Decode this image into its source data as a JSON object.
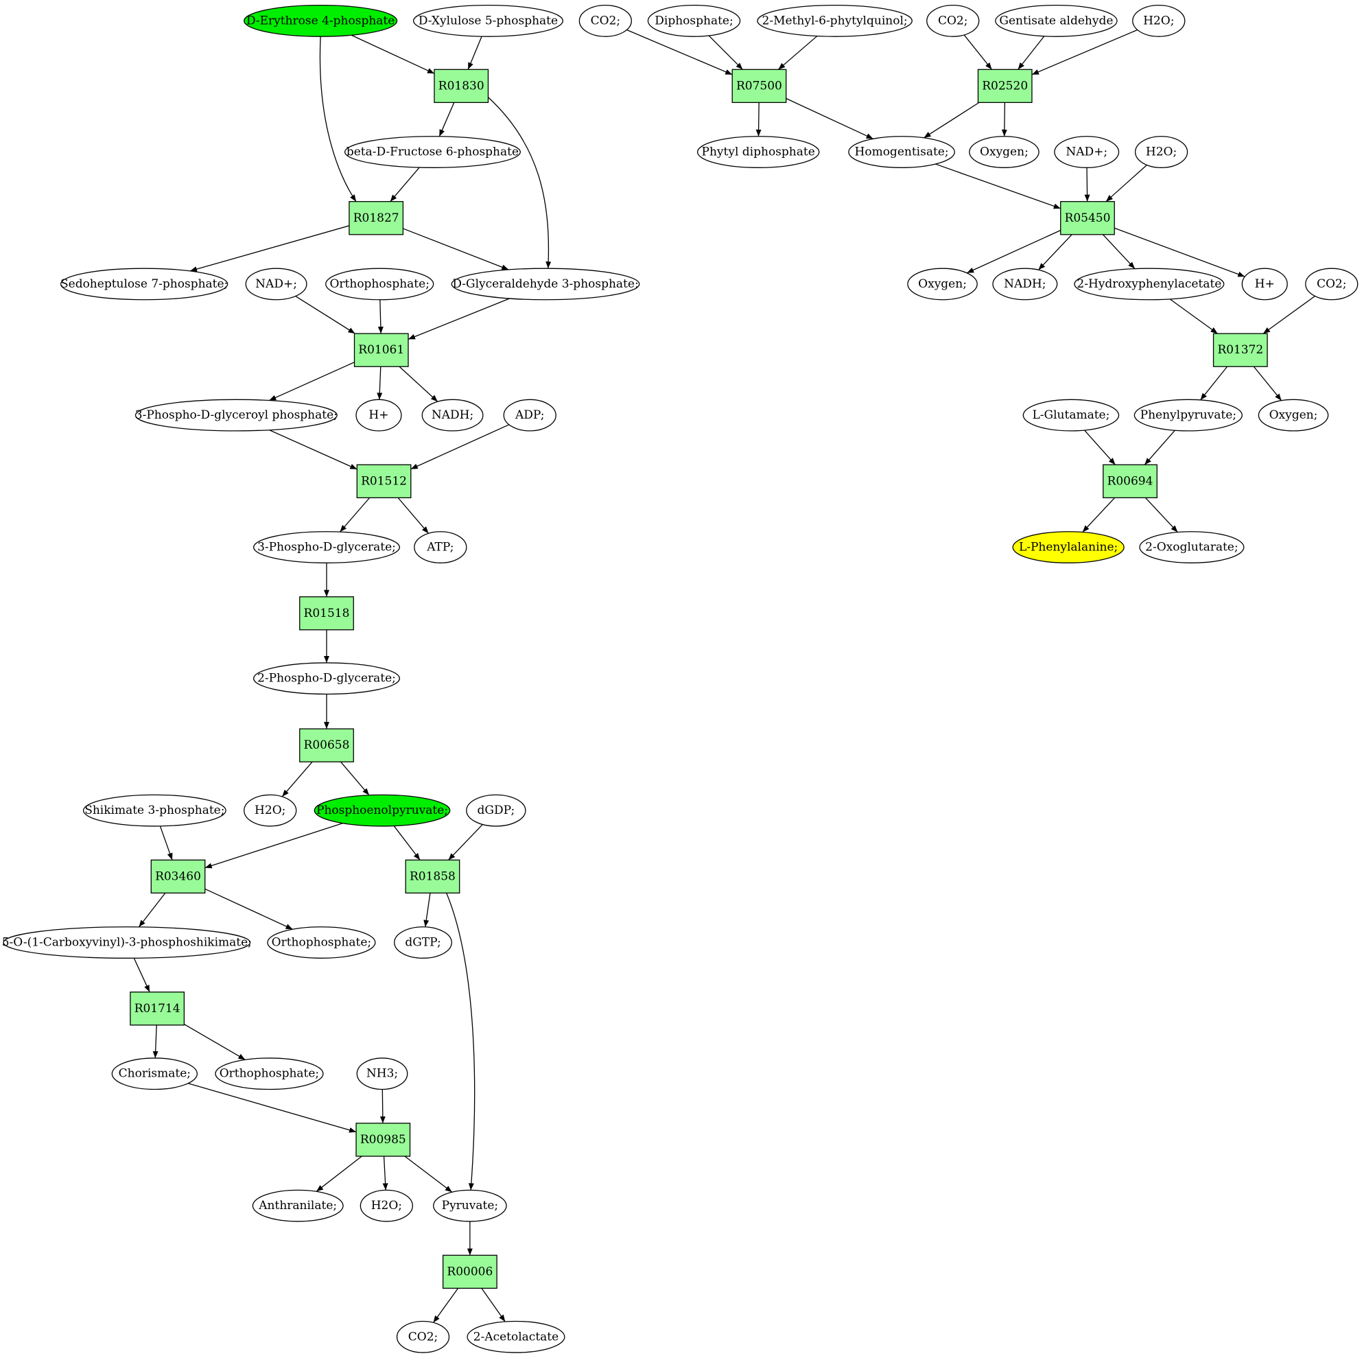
{
  "colors": {
    "reaction_fill": "#98fb98",
    "compound_fill": "#ffffff",
    "start_fill": "#00ee00",
    "target_fill": "#ffff00",
    "edge": "#000000"
  },
  "reactions": [
    {
      "id": "r01830",
      "label": "R01830"
    },
    {
      "id": "r01827",
      "label": "R01827"
    },
    {
      "id": "r01061",
      "label": "R01061"
    },
    {
      "id": "r01512",
      "label": "R01512"
    },
    {
      "id": "r01518",
      "label": "R01518"
    },
    {
      "id": "r00658",
      "label": "R00658"
    },
    {
      "id": "r03460",
      "label": "R03460"
    },
    {
      "id": "r01858",
      "label": "R01858"
    },
    {
      "id": "r01714",
      "label": "R01714"
    },
    {
      "id": "r00985",
      "label": "R00985"
    },
    {
      "id": "r00006",
      "label": "R00006"
    },
    {
      "id": "r07500",
      "label": "R07500"
    },
    {
      "id": "r02520",
      "label": "R02520"
    },
    {
      "id": "r05450",
      "label": "R05450"
    },
    {
      "id": "r01372",
      "label": "R01372"
    },
    {
      "id": "r00694",
      "label": "R00694"
    }
  ],
  "compounds": [
    {
      "id": "erythrose",
      "label": "D-Erythrose 4-phosphate",
      "role": "start"
    },
    {
      "id": "xylulose",
      "label": "D-Xylulose 5-phosphate",
      "role": "normal"
    },
    {
      "id": "fructose6p",
      "label": "beta-D-Fructose 6-phosphate",
      "role": "normal"
    },
    {
      "id": "sedoheptulose",
      "label": "Sedoheptulose 7-phosphate;",
      "role": "normal"
    },
    {
      "id": "nad_a",
      "label": "NAD+;",
      "role": "normal"
    },
    {
      "id": "orthophosphate_a",
      "label": "Orthophosphate;",
      "role": "normal"
    },
    {
      "id": "glyceraldehyde",
      "label": "D-Glyceraldehyde 3-phosphate;",
      "role": "normal"
    },
    {
      "id": "phosphoglyceroyl",
      "label": "3-Phospho-D-glyceroyl phosphate;",
      "role": "normal"
    },
    {
      "id": "hplus_a",
      "label": "H+",
      "role": "normal"
    },
    {
      "id": "nadh_a",
      "label": "NADH;",
      "role": "normal"
    },
    {
      "id": "adp",
      "label": "ADP;",
      "role": "normal"
    },
    {
      "id": "phosphoglycerate3",
      "label": "3-Phospho-D-glycerate;",
      "role": "normal"
    },
    {
      "id": "atp",
      "label": "ATP;",
      "role": "normal"
    },
    {
      "id": "phosphoglycerate2",
      "label": "2-Phospho-D-glycerate;",
      "role": "normal"
    },
    {
      "id": "h2o_a",
      "label": "H2O;",
      "role": "normal"
    },
    {
      "id": "pep",
      "label": "Phosphoenolpyruvate;",
      "role": "start"
    },
    {
      "id": "shikimate3p",
      "label": "Shikimate 3-phosphate;",
      "role": "normal"
    },
    {
      "id": "dgdp",
      "label": "dGDP;",
      "role": "normal"
    },
    {
      "id": "carboxyvinyl",
      "label": "5-O-(1-Carboxyvinyl)-3-phosphoshikimate;",
      "role": "normal"
    },
    {
      "id": "orthophosphate_b",
      "label": "Orthophosphate;",
      "role": "normal"
    },
    {
      "id": "dgtp",
      "label": "dGTP;",
      "role": "normal"
    },
    {
      "id": "chorismate",
      "label": "Chorismate;",
      "role": "normal"
    },
    {
      "id": "orthophosphate_c",
      "label": "Orthophosphate;",
      "role": "normal"
    },
    {
      "id": "nh3",
      "label": "NH3;",
      "role": "normal"
    },
    {
      "id": "anthranilate",
      "label": "Anthranilate;",
      "role": "normal"
    },
    {
      "id": "h2o_b",
      "label": "H2O;",
      "role": "normal"
    },
    {
      "id": "pyruvate",
      "label": "Pyruvate;",
      "role": "normal"
    },
    {
      "id": "co2_a",
      "label": "CO2;",
      "role": "normal"
    },
    {
      "id": "acetolactate",
      "label": "2-Acetolactate",
      "role": "normal"
    },
    {
      "id": "co2_b",
      "label": "CO2;",
      "role": "normal"
    },
    {
      "id": "diphosphate",
      "label": "Diphosphate;",
      "role": "normal"
    },
    {
      "id": "methylphytylquinol",
      "label": "2-Methyl-6-phytylquinol;",
      "role": "normal"
    },
    {
      "id": "co2_c",
      "label": "CO2;",
      "role": "normal"
    },
    {
      "id": "gentisate",
      "label": "Gentisate aldehyde",
      "role": "normal"
    },
    {
      "id": "h2o_c",
      "label": "H2O;",
      "role": "normal"
    },
    {
      "id": "phytyl",
      "label": "Phytyl diphosphate",
      "role": "normal"
    },
    {
      "id": "homogentisate",
      "label": "Homogentisate;",
      "role": "normal"
    },
    {
      "id": "oxygen_a",
      "label": "Oxygen;",
      "role": "normal"
    },
    {
      "id": "nad_b",
      "label": "NAD+;",
      "role": "normal"
    },
    {
      "id": "h2o_d",
      "label": "H2O;",
      "role": "normal"
    },
    {
      "id": "oxygen_b",
      "label": "Oxygen;",
      "role": "normal"
    },
    {
      "id": "nadh_b",
      "label": "NADH;",
      "role": "normal"
    },
    {
      "id": "hydroxyphenylacetate",
      "label": "2-Hydroxyphenylacetate",
      "role": "normal"
    },
    {
      "id": "hplus_b",
      "label": "H+",
      "role": "normal"
    },
    {
      "id": "co2_d",
      "label": "CO2;",
      "role": "normal"
    },
    {
      "id": "glutamate",
      "label": "L-Glutamate;",
      "role": "normal"
    },
    {
      "id": "phenylpyruvate",
      "label": "Phenylpyruvate;",
      "role": "normal"
    },
    {
      "id": "oxygen_c",
      "label": "Oxygen;",
      "role": "normal"
    },
    {
      "id": "phenylalanine",
      "label": "L-Phenylalanine;",
      "role": "target"
    },
    {
      "id": "oxoglutarate",
      "label": "2-Oxoglutarate;",
      "role": "normal"
    }
  ],
  "edges": [
    [
      "erythrose",
      "r01830"
    ],
    [
      "xylulose",
      "r01830"
    ],
    [
      "r01830",
      "fructose6p"
    ],
    [
      "r01830",
      "glyceraldehyde"
    ],
    [
      "erythrose",
      "r01827"
    ],
    [
      "fructose6p",
      "r01827"
    ],
    [
      "r01827",
      "sedoheptulose"
    ],
    [
      "r01827",
      "glyceraldehyde"
    ],
    [
      "nad_a",
      "r01061"
    ],
    [
      "orthophosphate_a",
      "r01061"
    ],
    [
      "glyceraldehyde",
      "r01061"
    ],
    [
      "r01061",
      "phosphoglyceroyl"
    ],
    [
      "r01061",
      "hplus_a"
    ],
    [
      "r01061",
      "nadh_a"
    ],
    [
      "phosphoglyceroyl",
      "r01512"
    ],
    [
      "adp",
      "r01512"
    ],
    [
      "r01512",
      "phosphoglycerate3"
    ],
    [
      "r01512",
      "atp"
    ],
    [
      "phosphoglycerate3",
      "r01518"
    ],
    [
      "r01518",
      "phosphoglycerate2"
    ],
    [
      "phosphoglycerate2",
      "r00658"
    ],
    [
      "r00658",
      "h2o_a"
    ],
    [
      "r00658",
      "pep"
    ],
    [
      "shikimate3p",
      "r03460"
    ],
    [
      "pep",
      "r03460"
    ],
    [
      "r03460",
      "carboxyvinyl"
    ],
    [
      "r03460",
      "orthophosphate_b"
    ],
    [
      "pep",
      "r01858"
    ],
    [
      "dgdp",
      "r01858"
    ],
    [
      "r01858",
      "dgtp"
    ],
    [
      "r01858",
      "pyruvate"
    ],
    [
      "carboxyvinyl",
      "r01714"
    ],
    [
      "r01714",
      "chorismate"
    ],
    [
      "r01714",
      "orthophosphate_c"
    ],
    [
      "chorismate",
      "r00985"
    ],
    [
      "nh3",
      "r00985"
    ],
    [
      "r00985",
      "anthranilate"
    ],
    [
      "r00985",
      "h2o_b"
    ],
    [
      "r00985",
      "pyruvate"
    ],
    [
      "pyruvate",
      "r00006"
    ],
    [
      "r00006",
      "co2_a"
    ],
    [
      "r00006",
      "acetolactate"
    ],
    [
      "co2_b",
      "r07500"
    ],
    [
      "diphosphate",
      "r07500"
    ],
    [
      "methylphytylquinol",
      "r07500"
    ],
    [
      "r07500",
      "phytyl"
    ],
    [
      "r07500",
      "homogentisate"
    ],
    [
      "co2_c",
      "r02520"
    ],
    [
      "gentisate",
      "r02520"
    ],
    [
      "h2o_c",
      "r02520"
    ],
    [
      "r02520",
      "homogentisate"
    ],
    [
      "r02520",
      "oxygen_a"
    ],
    [
      "homogentisate",
      "r05450"
    ],
    [
      "nad_b",
      "r05450"
    ],
    [
      "h2o_d",
      "r05450"
    ],
    [
      "r05450",
      "oxygen_b"
    ],
    [
      "r05450",
      "nadh_b"
    ],
    [
      "r05450",
      "hydroxyphenylacetate"
    ],
    [
      "r05450",
      "hplus_b"
    ],
    [
      "hydroxyphenylacetate",
      "r01372"
    ],
    [
      "co2_d",
      "r01372"
    ],
    [
      "r01372",
      "phenylpyruvate"
    ],
    [
      "r01372",
      "oxygen_c"
    ],
    [
      "glutamate",
      "r00694"
    ],
    [
      "phenylpyruvate",
      "r00694"
    ],
    [
      "r00694",
      "phenylalanine"
    ],
    [
      "r00694",
      "oxoglutarate"
    ]
  ]
}
